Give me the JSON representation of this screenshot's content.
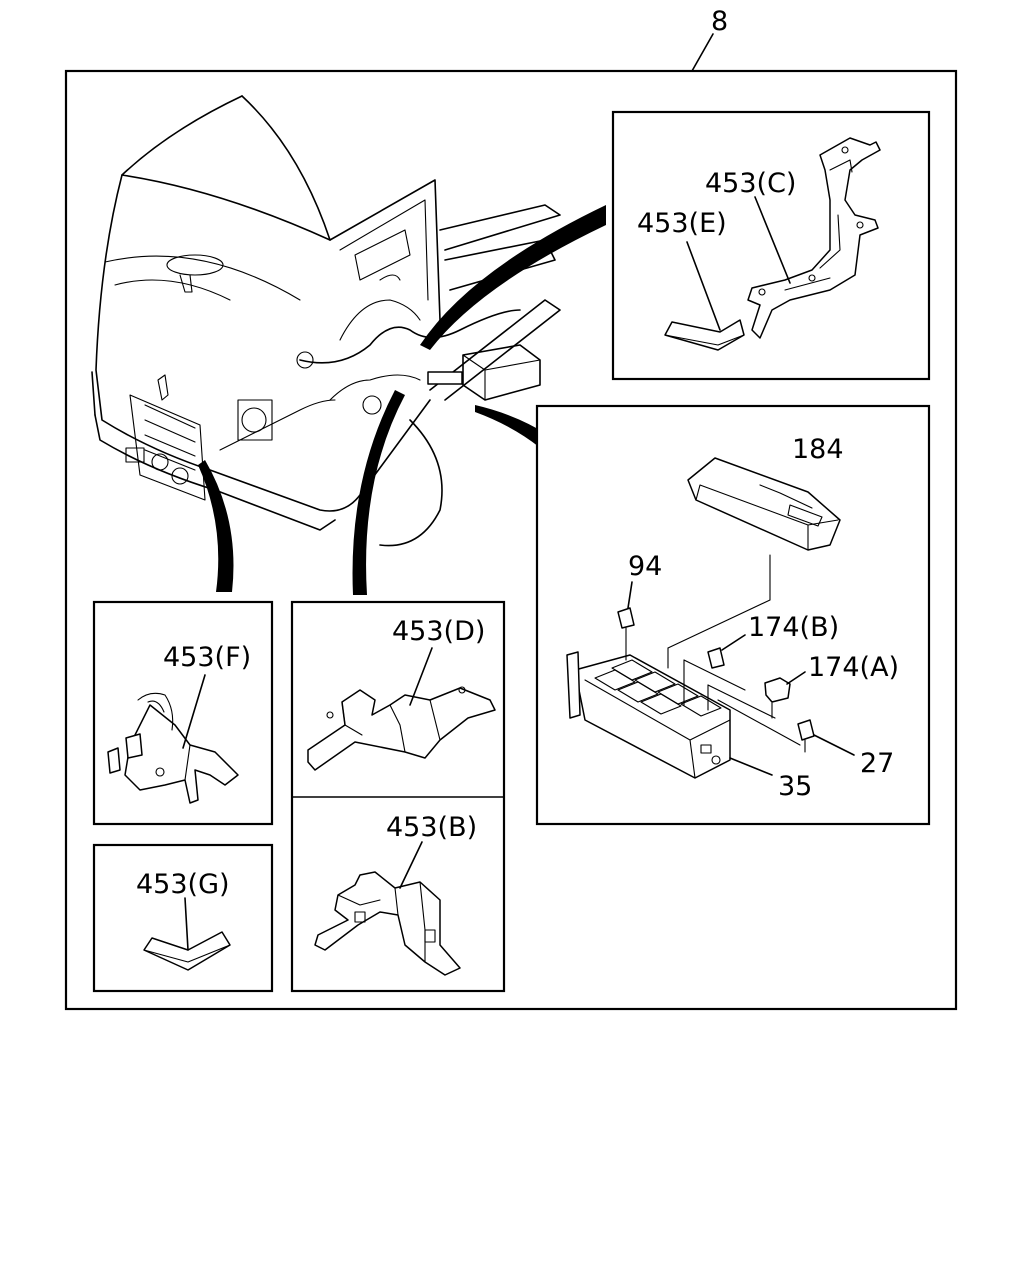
{
  "labels": {
    "assembly": "8",
    "c": "453(C)",
    "e": "453(E)",
    "cover": "184",
    "fuse": "94",
    "relay_b": "174(B)",
    "relay_a": "174(A)",
    "small_fuse": "27",
    "fuse_box": "35",
    "f": "453(F)",
    "d": "453(D)",
    "b": "453(B)",
    "g": "453(G)"
  }
}
